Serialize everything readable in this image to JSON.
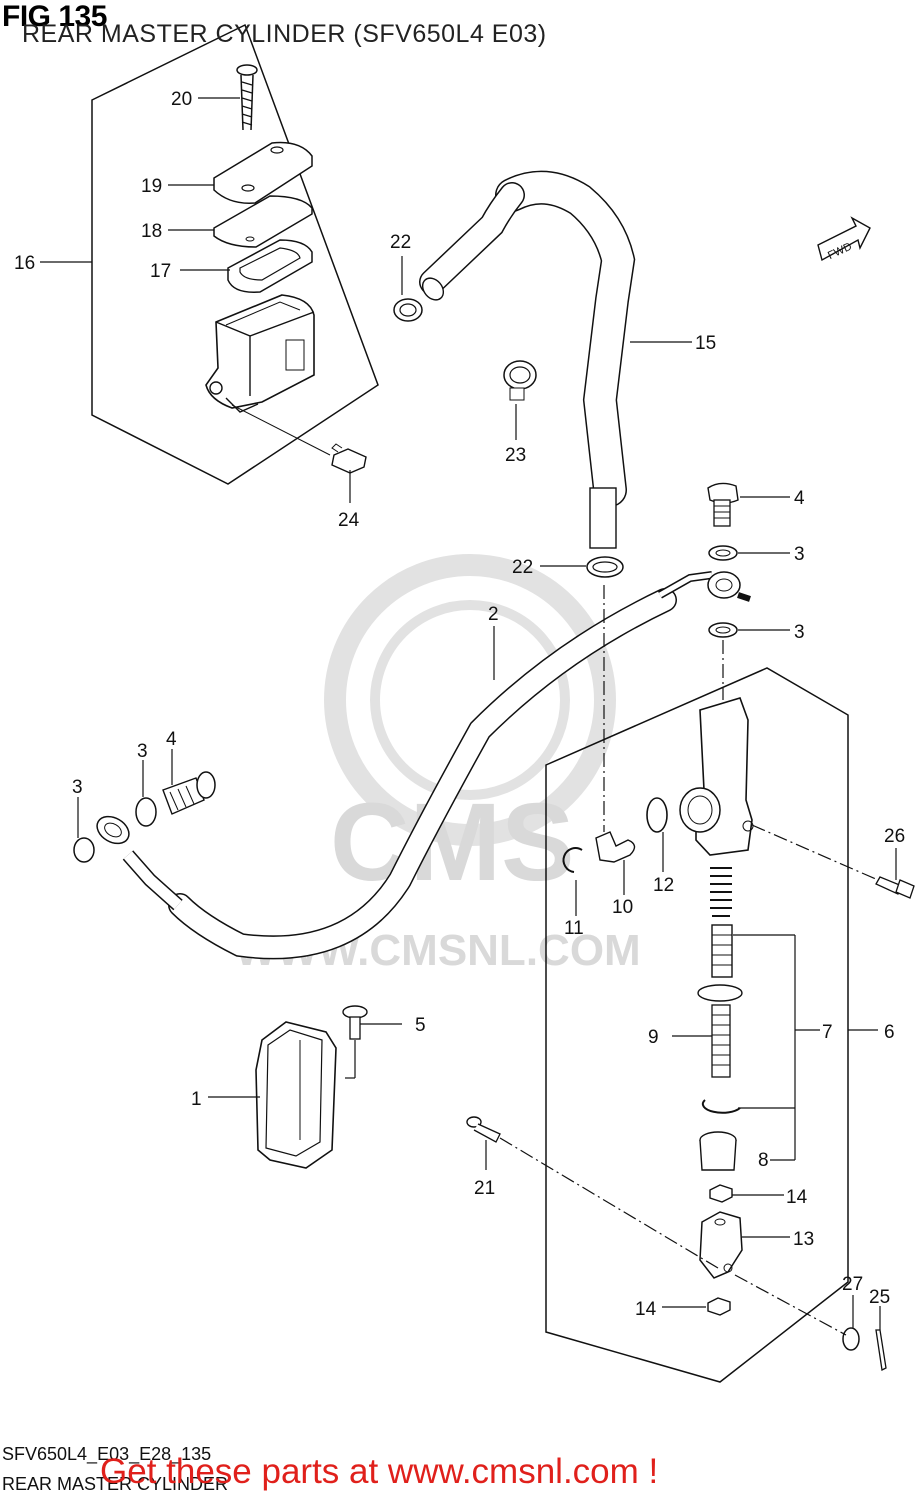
{
  "header": {
    "fig_label": "FIG 135",
    "title": "REAR MASTER CYLINDER (SFV650L4 E03)"
  },
  "footer": {
    "diagram_code": "SFV650L4_E03_E28_135",
    "diagram_name": "REAR MASTER CYLINDER",
    "promo_link": "Get these parts at www.cmsnl.com !"
  },
  "watermark": {
    "brand": "CMS",
    "url": "WWW.CMSNL.COM"
  },
  "fwd_badge": "FWD",
  "callouts": {
    "c1": "1",
    "c2": "2",
    "c3a": "3",
    "c3b": "3",
    "c3c": "3",
    "c3d": "3",
    "c4a": "4",
    "c4b": "4",
    "c5": "5",
    "c6": "6",
    "c7": "7",
    "c8": "8",
    "c9": "9",
    "c10": "10",
    "c11": "11",
    "c12": "12",
    "c13": "13",
    "c14a": "14",
    "c14b": "14",
    "c15": "15",
    "c16": "16",
    "c17": "17",
    "c18": "18",
    "c19": "19",
    "c20": "20",
    "c21": "21",
    "c22a": "22",
    "c22b": "22",
    "c23": "23",
    "c24": "24",
    "c25": "25",
    "c26": "26",
    "c27": "27"
  },
  "colors": {
    "line": "#111111",
    "watermark": "#d9d9d9",
    "promo": "#e0201b"
  }
}
